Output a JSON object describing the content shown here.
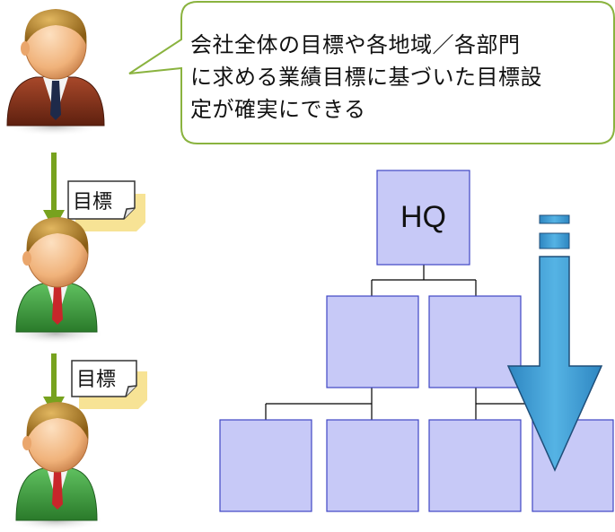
{
  "bubble": {
    "line1": "会社全体の目標や各地域／各部門",
    "line2": "に求める業績目標に基づいた目標設",
    "line3": "定が確実にできる"
  },
  "notes": [
    {
      "label": "目標"
    },
    {
      "label": "目標"
    }
  ],
  "org": {
    "root_label": "HQ"
  },
  "colors": {
    "bubble_border": "#8ab33f",
    "arrow_green": "#77a21e",
    "note_shadow": "#f6e08a",
    "box_fill": "#c7c9f7",
    "box_border": "#3f46c4",
    "big_arrow": "#3e9dd2",
    "big_arrow_border": "#1f4e79",
    "exec_suit": "#7a2d1a",
    "manager_suit": "#3f9a3f",
    "skin": "#f0b27a",
    "hair": "#a8791e"
  },
  "icons": [
    "executive-avatar-icon",
    "manager-avatar-icon",
    "staff-avatar-icon",
    "down-arrow-icon"
  ]
}
